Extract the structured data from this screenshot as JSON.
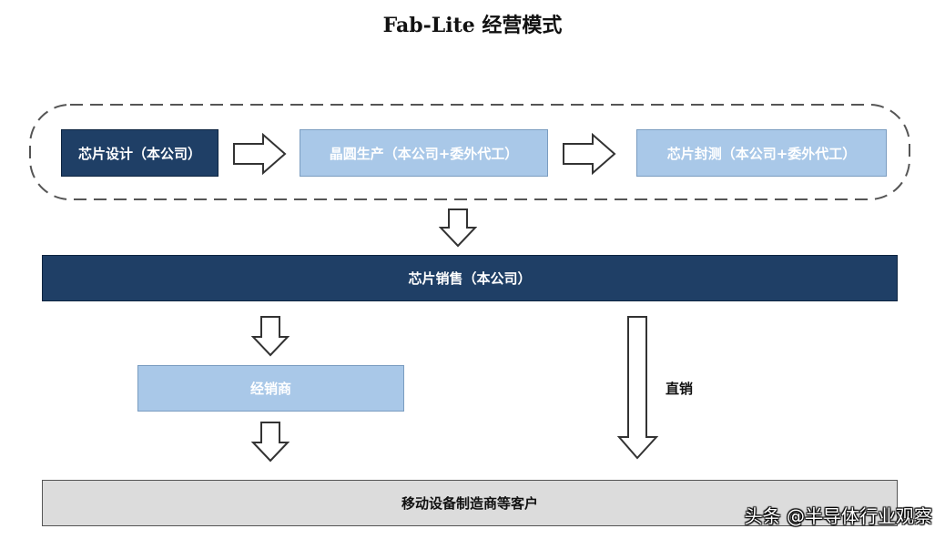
{
  "title": "Fab-Lite 经营模式",
  "nodes": {
    "design": "芯片设计（本公司）",
    "wafer": "晶圆生产（本公司+委外代工）",
    "packaging": "芯片封测（本公司+委外代工）",
    "sales": "芯片销售（本公司）",
    "distributor": "经销商",
    "customer": "移动设备制造商等客户"
  },
  "direct_sales_label": "直销",
  "watermark": "头条 @半导体行业观察",
  "colors": {
    "dark_blue": "#1f3f66",
    "light_blue": "#a9c8e8",
    "grey": "#dcdcdc"
  }
}
